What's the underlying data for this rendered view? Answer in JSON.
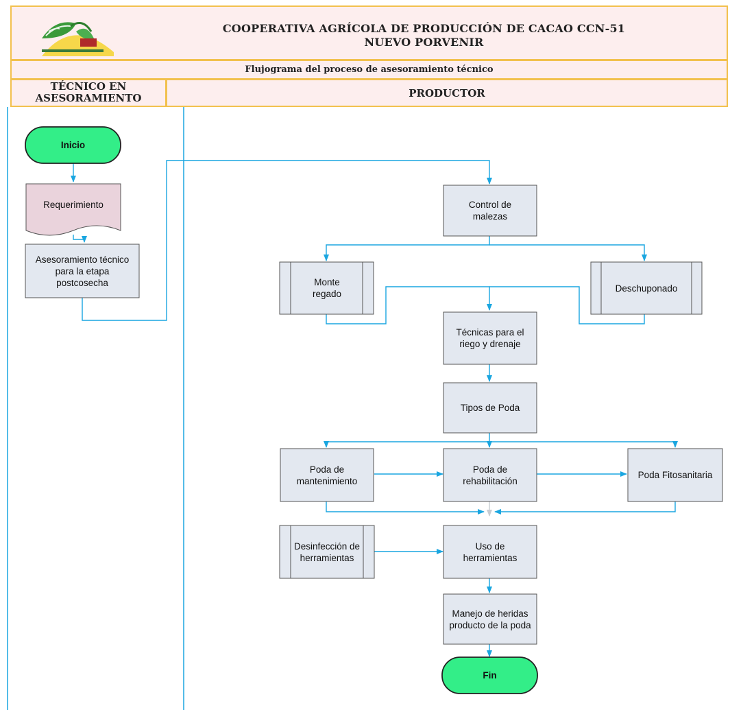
{
  "header": {
    "org_line1": "COOPERATIVA AGRÍCOLA DE PRODUCCIÓN DE CACAO CCN-51",
    "org_line2": "NUEVO PORVENIR",
    "subtitle": "Flujograma del proceso  de asesoramiento técnico",
    "lane_left_line1": "TÉCNICO EN",
    "lane_left_line2": "ASESORAMIENTO",
    "lane_right": "PRODUCTOR"
  },
  "colors": {
    "header_bg": "#fdeeee",
    "header_border": "#f2c14e",
    "terminal_fill": "#33ee88",
    "process_fill": "#e3e8f0",
    "document_fill": "#ead3dc",
    "connector": "#1aa6e0"
  },
  "nodes": {
    "inicio": "Inicio",
    "requerimiento": "Requerimiento",
    "asesoramiento": "Asesoramiento técnico para la etapa postcosecha",
    "control_malezas": "Control de malezas",
    "monte_regado": "Monte regado",
    "deschuponado": "Deschuponado",
    "tecnicas_riego": "Técnicas para el riego y drenaje",
    "tipos_poda": "Tipos de Poda",
    "poda_mantenimiento": "Poda de mantenimiento",
    "poda_rehabilitacion": "Poda de rehabilitación",
    "poda_fitosanitaria": "Poda Fitosanitaria",
    "desinfeccion": "Desinfección de herramientas",
    "uso_herramientas": "Uso de herramientas",
    "manejo_heridas": "Manejo de heridas producto de la poda",
    "fin": "Fin"
  }
}
